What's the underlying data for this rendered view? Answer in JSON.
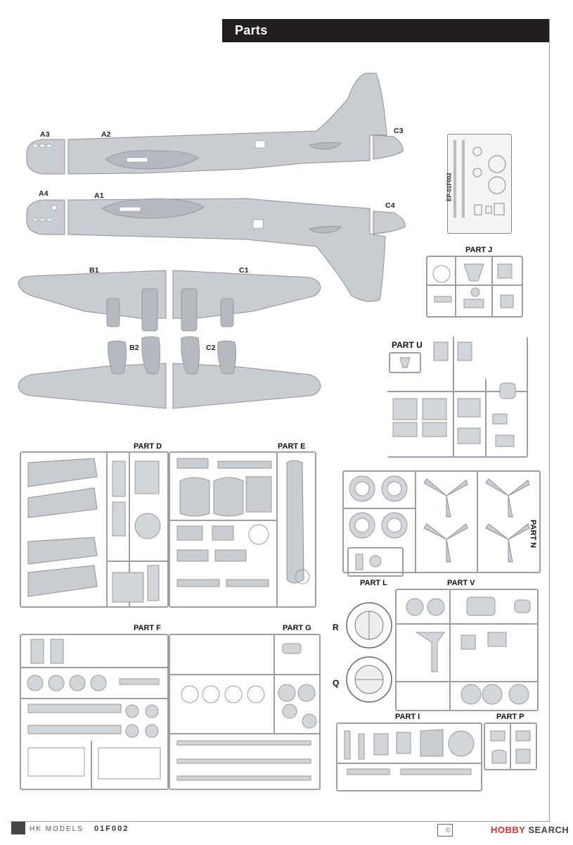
{
  "header": {
    "title": "Parts"
  },
  "fuselage_labels": [
    "A3",
    "A2",
    "C3",
    "A4",
    "A1",
    "C4"
  ],
  "wing_labels": [
    "B1",
    "C1",
    "B2",
    "C2"
  ],
  "etch": {
    "code": "EP-01F002"
  },
  "parts": {
    "J": "PART J",
    "U": "PART U",
    "D": "PART D",
    "E": "PART E",
    "N": "PART N",
    "L": "PART L",
    "V": "PART V",
    "F": "PART F",
    "G": "PART G",
    "I": "PART I",
    "P": "PART P"
  },
  "canopies": {
    "R": "R",
    "Q": "Q"
  },
  "footer": {
    "brand": "HK MODELS",
    "code": "01F002"
  },
  "watermark": {
    "text_a": "HOBBY",
    "text_b": "SEARCH",
    "copy": "©"
  },
  "colors": {
    "part_fill": "#c9cdd2",
    "sprue": "#9aa0a6",
    "header_bg": "#231f20"
  }
}
